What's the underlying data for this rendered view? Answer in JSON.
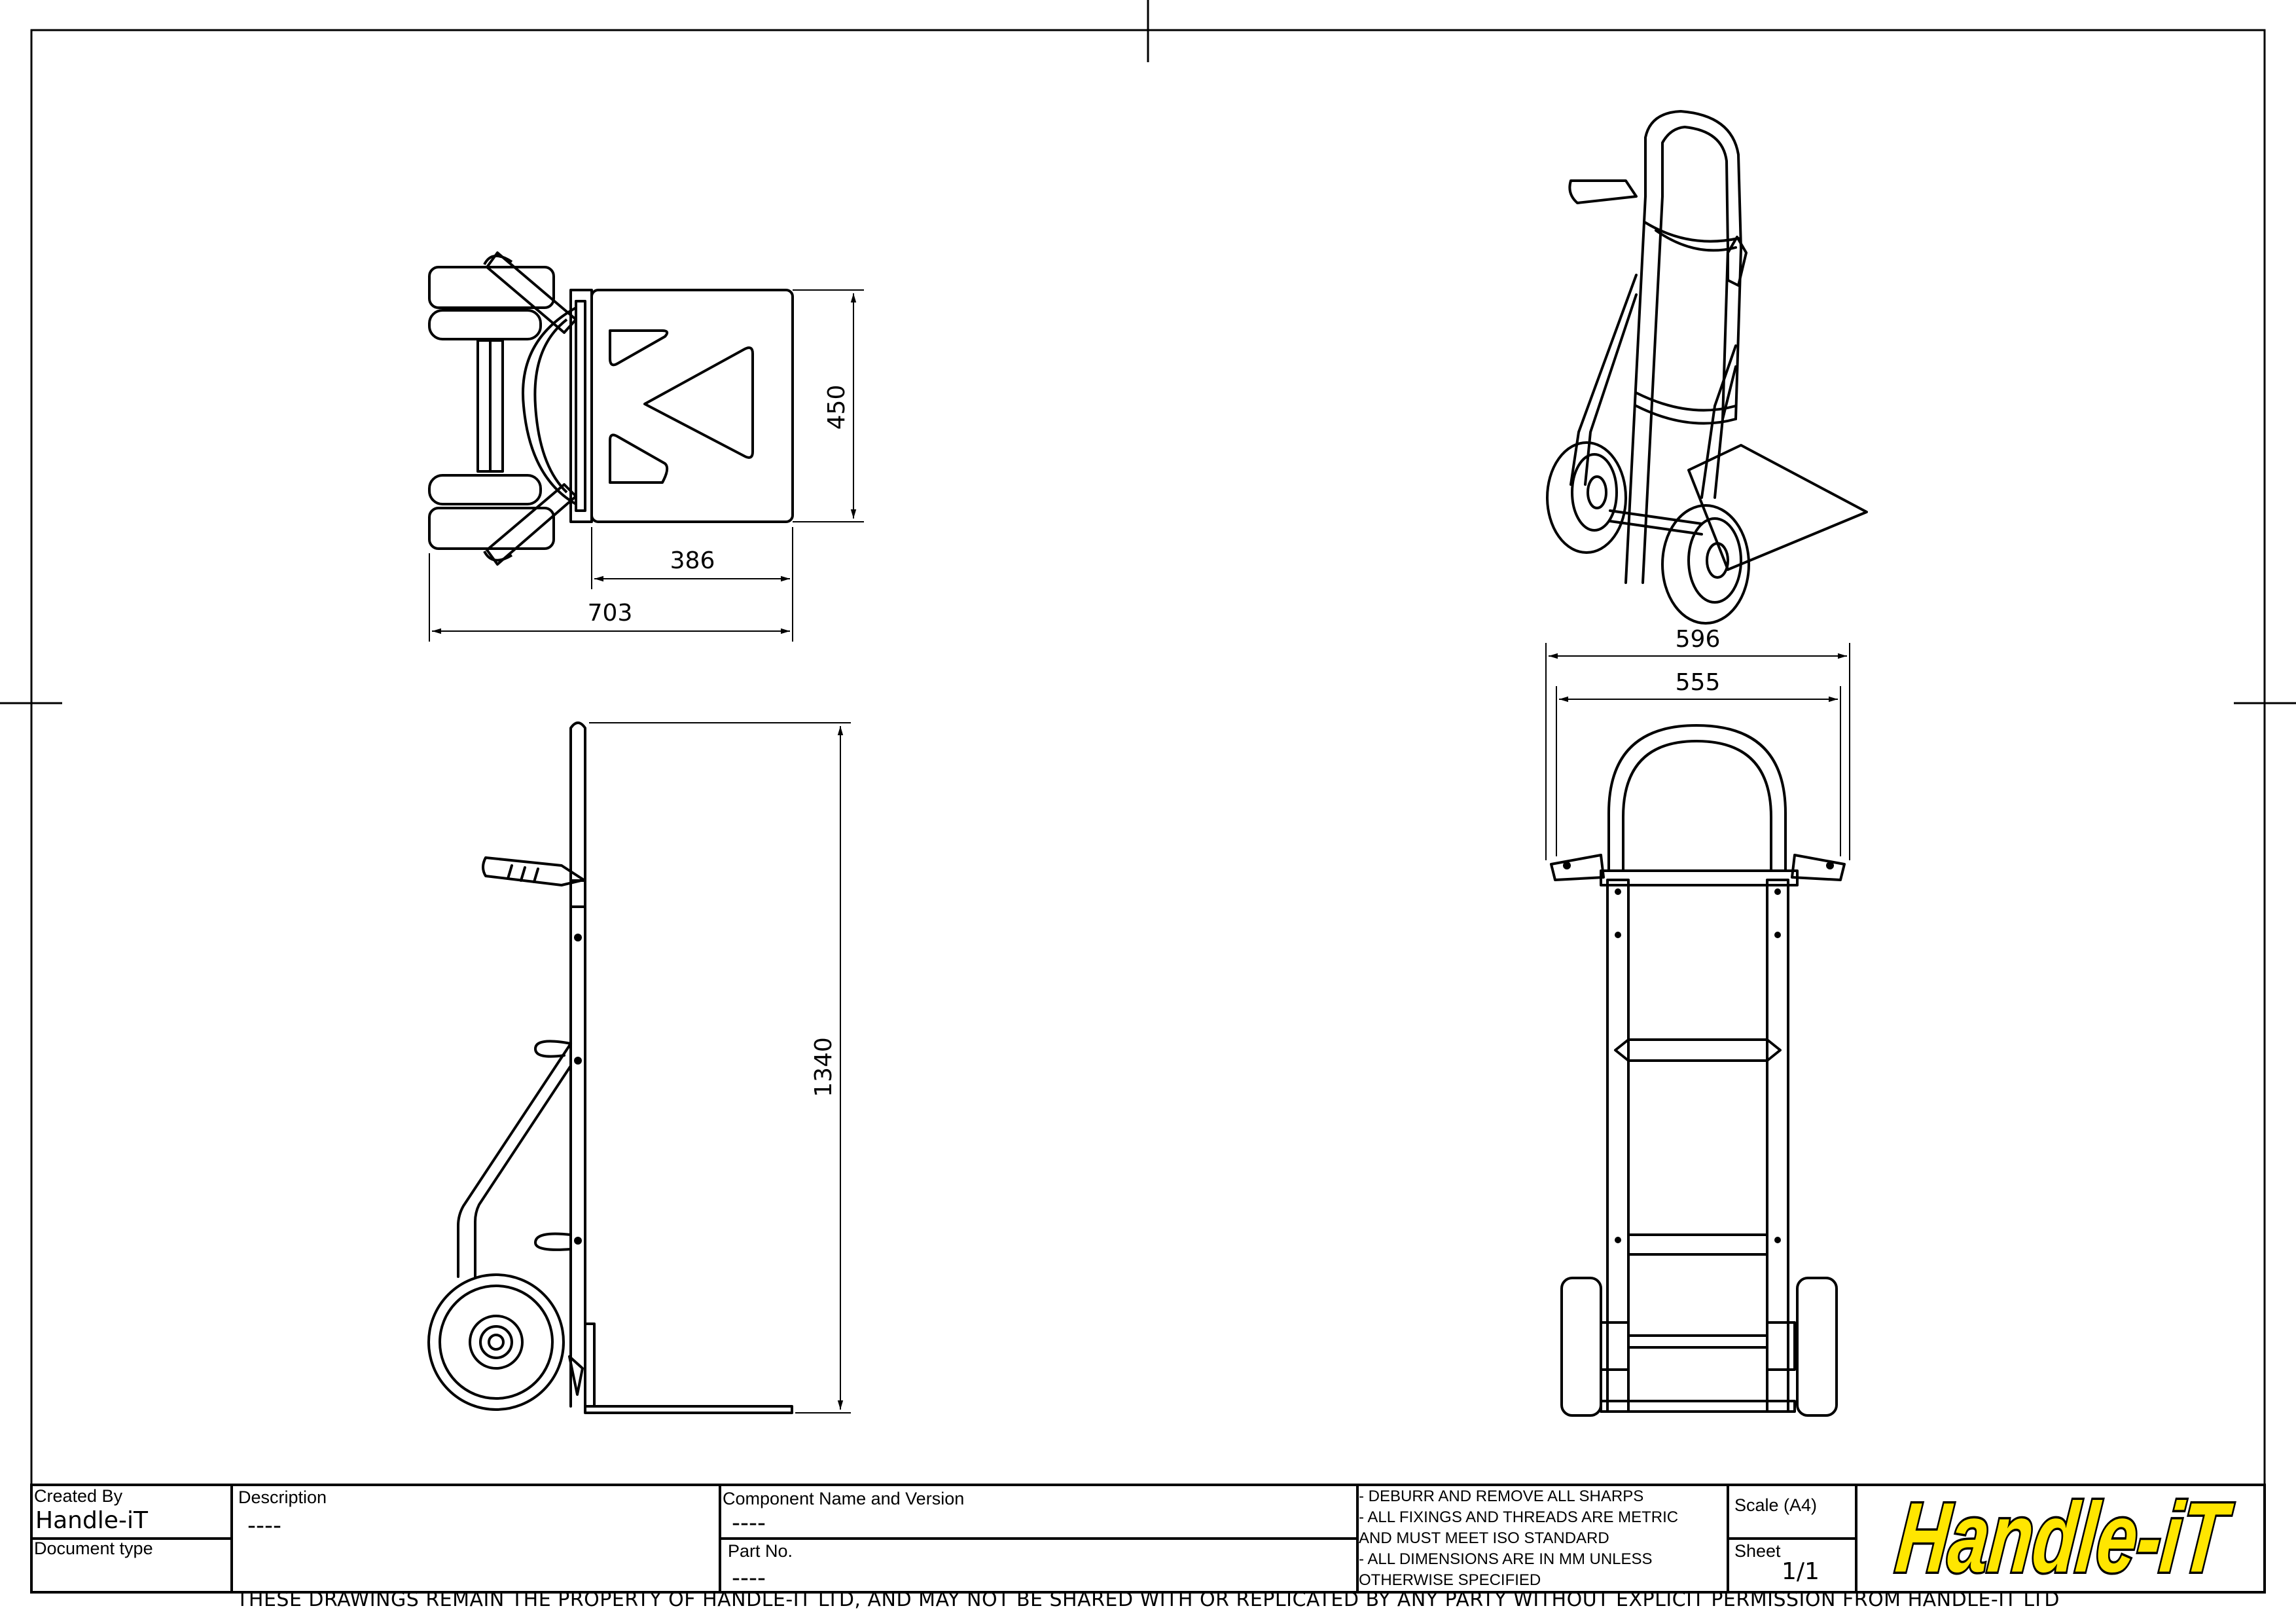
{
  "dimensions": {
    "top_width": "703",
    "top_platform": "386",
    "top_depth": "450",
    "side_height": "1340",
    "front_outer": "596",
    "front_inner": "555"
  },
  "title_block": {
    "created_by_label": "Created By",
    "created_by_value": "Handle-iT",
    "document_type_label": "Document type",
    "description_label": "Description",
    "description_value": "----",
    "component_label": "Component Name and Version",
    "component_value": "----",
    "part_no_label": "Part No.",
    "part_no_value": "----",
    "notes": [
      " - DEBURR AND REMOVE ALL SHARPS",
      " - ALL FIXINGS AND THREADS ARE METRIC",
      "AND MUST MEET ISO STANDARD",
      " - ALL DIMENSIONS ARE IN MM UNLESS",
      "OTHERWISE SPECIFIED"
    ],
    "scale_label": "Scale (A4)",
    "sheet_label": "Sheet",
    "sheet_value": "1/1"
  },
  "logo": {
    "text": "Handle-iT",
    "fill": "#FFE600",
    "stroke": "#000000"
  },
  "disclaimer": "THESE DRAWINGS REMAIN THE PROPERTY OF HANDLE-IT LTD, AND MAY NOT BE SHARED WITH OR REPLICATED BY ANY PARTY WITHOUT EXPLICIT PERMISSION FROM HANDLE-IT LTD"
}
